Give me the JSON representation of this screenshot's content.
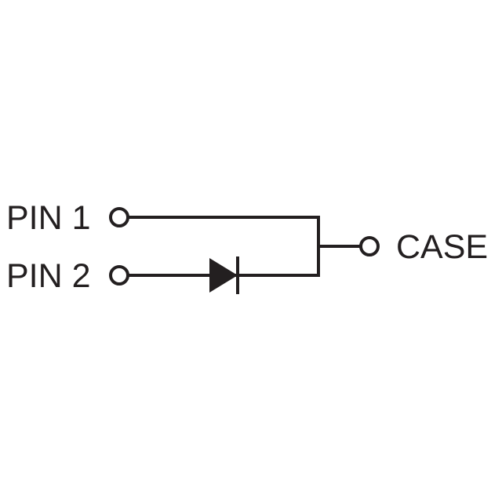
{
  "diagram": {
    "labels": {
      "pin1": "PIN 1",
      "pin2": "PIN 2",
      "case": "CASE"
    },
    "colors": {
      "ink": "#231f20",
      "background": "#ffffff"
    }
  }
}
